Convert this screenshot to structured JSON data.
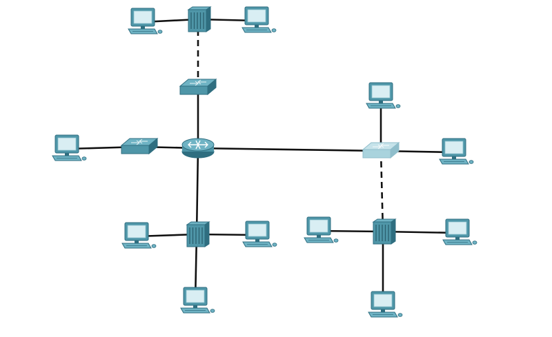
{
  "diagram": {
    "colors": {
      "device_face": "#4f96a8",
      "device_top": "#6fb3c4",
      "device_dark": "#2f6e80",
      "light_switch_face": "#a9d3dd",
      "light_switch_top": "#c6e3ea",
      "monitor_screen": "#d9eef3",
      "cable": "#111111"
    },
    "devices": [
      {
        "id": "pc1",
        "type": "pc",
        "icon": "pc-icon"
      },
      {
        "id": "pc2",
        "type": "pc",
        "icon": "pc-icon"
      },
      {
        "id": "pc3",
        "type": "pc",
        "icon": "pc-icon"
      },
      {
        "id": "pc4",
        "type": "pc",
        "icon": "pc-icon"
      },
      {
        "id": "pc5",
        "type": "pc",
        "icon": "pc-icon"
      },
      {
        "id": "pc6",
        "type": "pc",
        "icon": "pc-icon"
      },
      {
        "id": "pc7",
        "type": "pc",
        "icon": "pc-icon"
      },
      {
        "id": "pc8",
        "type": "pc",
        "icon": "pc-icon"
      },
      {
        "id": "pc9",
        "type": "pc",
        "icon": "pc-icon"
      },
      {
        "id": "pc10",
        "type": "pc",
        "icon": "pc-icon"
      },
      {
        "id": "pc11",
        "type": "pc",
        "icon": "pc-icon"
      },
      {
        "id": "hub-top",
        "type": "hub",
        "icon": "hub-icon"
      },
      {
        "id": "hub-bottom-left",
        "type": "hub",
        "icon": "hub-icon"
      },
      {
        "id": "hub-bottom-right",
        "type": "hub",
        "icon": "hub-icon"
      },
      {
        "id": "switch-top",
        "type": "switch",
        "icon": "switch-icon"
      },
      {
        "id": "switch-left",
        "type": "switch",
        "icon": "switch-icon"
      },
      {
        "id": "switch-right",
        "type": "switch-light",
        "icon": "switch-icon"
      },
      {
        "id": "router",
        "type": "router",
        "icon": "router-icon"
      }
    ],
    "links": [
      {
        "from": "pc1",
        "to": "hub-top",
        "style": "solid"
      },
      {
        "from": "hub-top",
        "to": "pc2",
        "style": "solid"
      },
      {
        "from": "hub-top",
        "to": "switch-top",
        "style": "dashed"
      },
      {
        "from": "switch-top",
        "to": "router",
        "style": "solid"
      },
      {
        "from": "pc3",
        "to": "switch-left",
        "style": "solid"
      },
      {
        "from": "switch-left",
        "to": "router",
        "style": "solid"
      },
      {
        "from": "router",
        "to": "switch-right",
        "style": "solid"
      },
      {
        "from": "pc4",
        "to": "switch-right",
        "style": "solid"
      },
      {
        "from": "switch-right",
        "to": "pc5",
        "style": "solid"
      },
      {
        "from": "router",
        "to": "hub-bottom-left",
        "style": "solid"
      },
      {
        "from": "pc6",
        "to": "hub-bottom-left",
        "style": "solid"
      },
      {
        "from": "hub-bottom-left",
        "to": "pc7",
        "style": "solid"
      },
      {
        "from": "hub-bottom-left",
        "to": "pc8",
        "style": "solid"
      },
      {
        "from": "switch-right",
        "to": "hub-bottom-right",
        "style": "dashed"
      },
      {
        "from": "pc9",
        "to": "hub-bottom-right",
        "style": "solid"
      },
      {
        "from": "hub-bottom-right",
        "to": "pc10",
        "style": "solid"
      },
      {
        "from": "hub-bottom-right",
        "to": "pc11",
        "style": "solid"
      }
    ]
  }
}
